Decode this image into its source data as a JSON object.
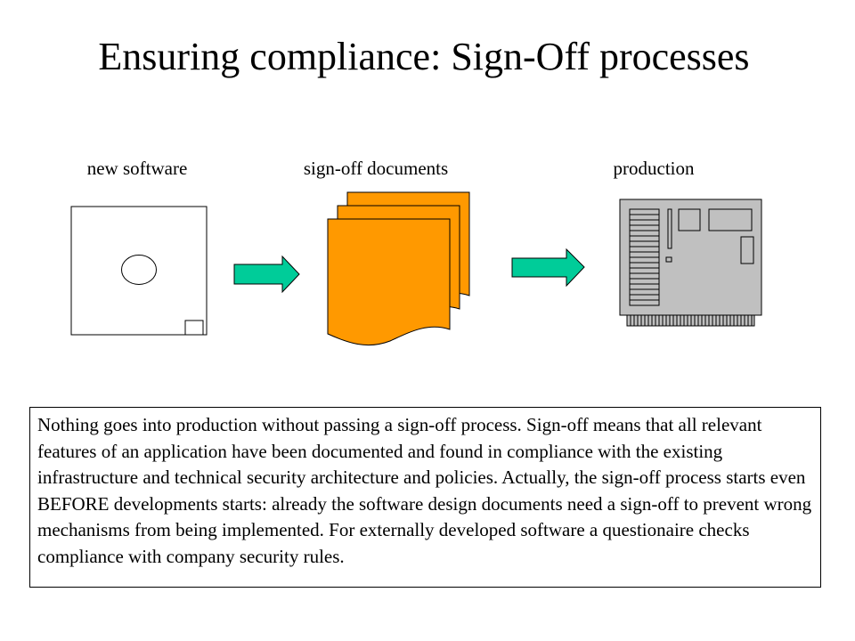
{
  "slide": {
    "title": "Ensuring compliance: Sign-Off processes"
  },
  "flow": {
    "stages": [
      {
        "label": "new software",
        "icon": "floppy-disk-icon"
      },
      {
        "label": "sign-off documents",
        "icon": "document-stack-icon"
      },
      {
        "label": "production",
        "icon": "circuit-board-icon"
      }
    ],
    "colors": {
      "arrow": "#00cc99",
      "documents": "#ff9900",
      "board": "#c0c0c0"
    }
  },
  "description": {
    "text": "Nothing goes into production without passing a sign-off process. Sign-off means that all relevant features of an application have been documented and found in compliance with the existing infrastructure and technical security architecture and policies. Actually, the sign-off process starts even BEFORE developments starts: already the software design documents need a sign-off to prevent wrong mechanisms from being implemented. For externally developed software a questionaire checks compliance with company security rules."
  }
}
